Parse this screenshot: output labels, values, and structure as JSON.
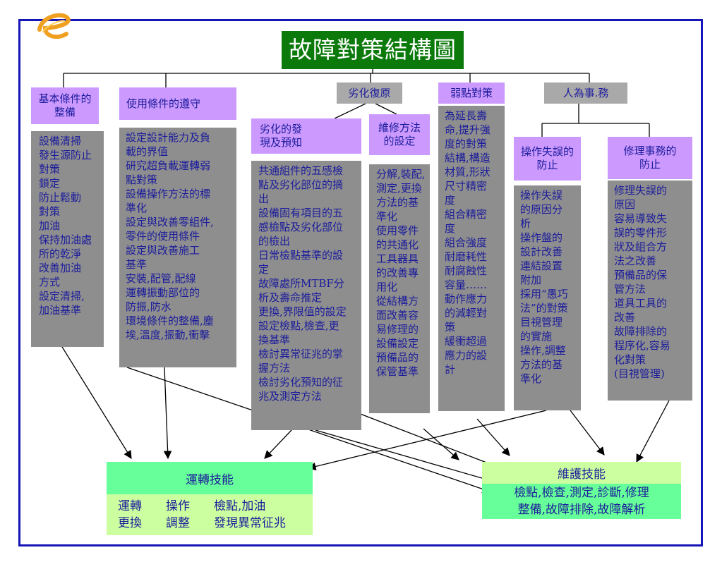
{
  "title": "故障對策結構圖",
  "columns": {
    "basic": {
      "header": "基本條件的\n整備",
      "body": "設備清掃\n發生源防止\n對策\n鎖定\n防止鬆動\n對策\n加油\n保持加油處\n所的乾淨\n改善加油\n方式\n設定清掃,\n加油基準"
    },
    "usage": {
      "header": "使用條件的遵守",
      "body": "設定設計能力及負\n載的界值\n研究超負載運轉弱\n點對策\n設備操作方法的標\n準化\n設定與改善零組件,\n零件的使用條件\n設定與改善施工\n基準\n安裝,配管,配線\n運轉振動部位的\n防振,防水\n環境條件的整備,塵\n埃,溫度,振動,衝擊"
    },
    "deterioration": {
      "header": "劣化復原",
      "detect": {
        "header": "劣化的發\n現及預知",
        "body": "共通組件的五感檢\n點及劣化部位的摘\n出\n設備固有項目的五\n感檢點及劣化部位\n的檢出\n日常檢點基準的設\n定\n故障處所MTBF分\n析及壽命推定\n更換,界限值的設定\n設定檢點,檢查,更\n換基準\n檢討異常征兆的掌\n握方法\n檢討劣化預知的征\n兆及測定方法"
      },
      "repair": {
        "header": "維修方法\n的設定",
        "body": "分解,裝配,\n測定,更換\n方法的基\n準化\n使用零件\n的共通化\n工具器具\n的改善專\n用化\n從結構方\n面改善容\n易修理的\n設備設定\n預備品的\n保管基準"
      }
    },
    "weakness": {
      "header": "弱點對策",
      "body": "為延長壽\n命,提升強\n度的對策\n結構,構造\n材質,形狀\n尺寸精密\n度\n組合精密\n度\n組合強度\n耐磨耗性\n耐腐蝕性\n容量……\n動作應力\n的減輕對\n策\n緩衝超過\n應力的設\n計"
    },
    "human": {
      "header": "人為事.務",
      "operation": {
        "header": "操作失誤的\n防止",
        "body": "操作失誤\n的原因分\n析\n操作盤的\n設計改善\n連結設置\n附加\n採用“愚巧\n法”的對策\n目視管理\n的實施\n操作,調整\n方法的基\n準化"
      },
      "repair_work": {
        "header": "修理事務的\n防止",
        "body": "修理失誤的\n原因\n容易導致失\n誤的零件形\n狀及組合方\n法之改善\n預備品的保\n管方法\n道具工具的\n改善\n故障排除的\n程序化,容易\n化對策\n(目視管理)"
      }
    }
  },
  "operating_skill": {
    "title": "運轉技能",
    "body": "運轉　　操作　　檢點,加油\n更換　　調整　　發現異常征兆"
  },
  "maintenance_skill": {
    "title": "維護技能",
    "body": "檢點,檢查,測定,診斷,修理\n整備,故障排除,故障解析"
  },
  "colors": {
    "border": "#1515b8",
    "title_bg": "#0b7a0b",
    "header_purple": "#cc99ff",
    "header_gray": "#a9a9a9",
    "body_gray": "#8e8e8e",
    "text_blue": "#1c1c9c",
    "skill_green": "#66ff99",
    "skill_light": "#ccffa0"
  }
}
